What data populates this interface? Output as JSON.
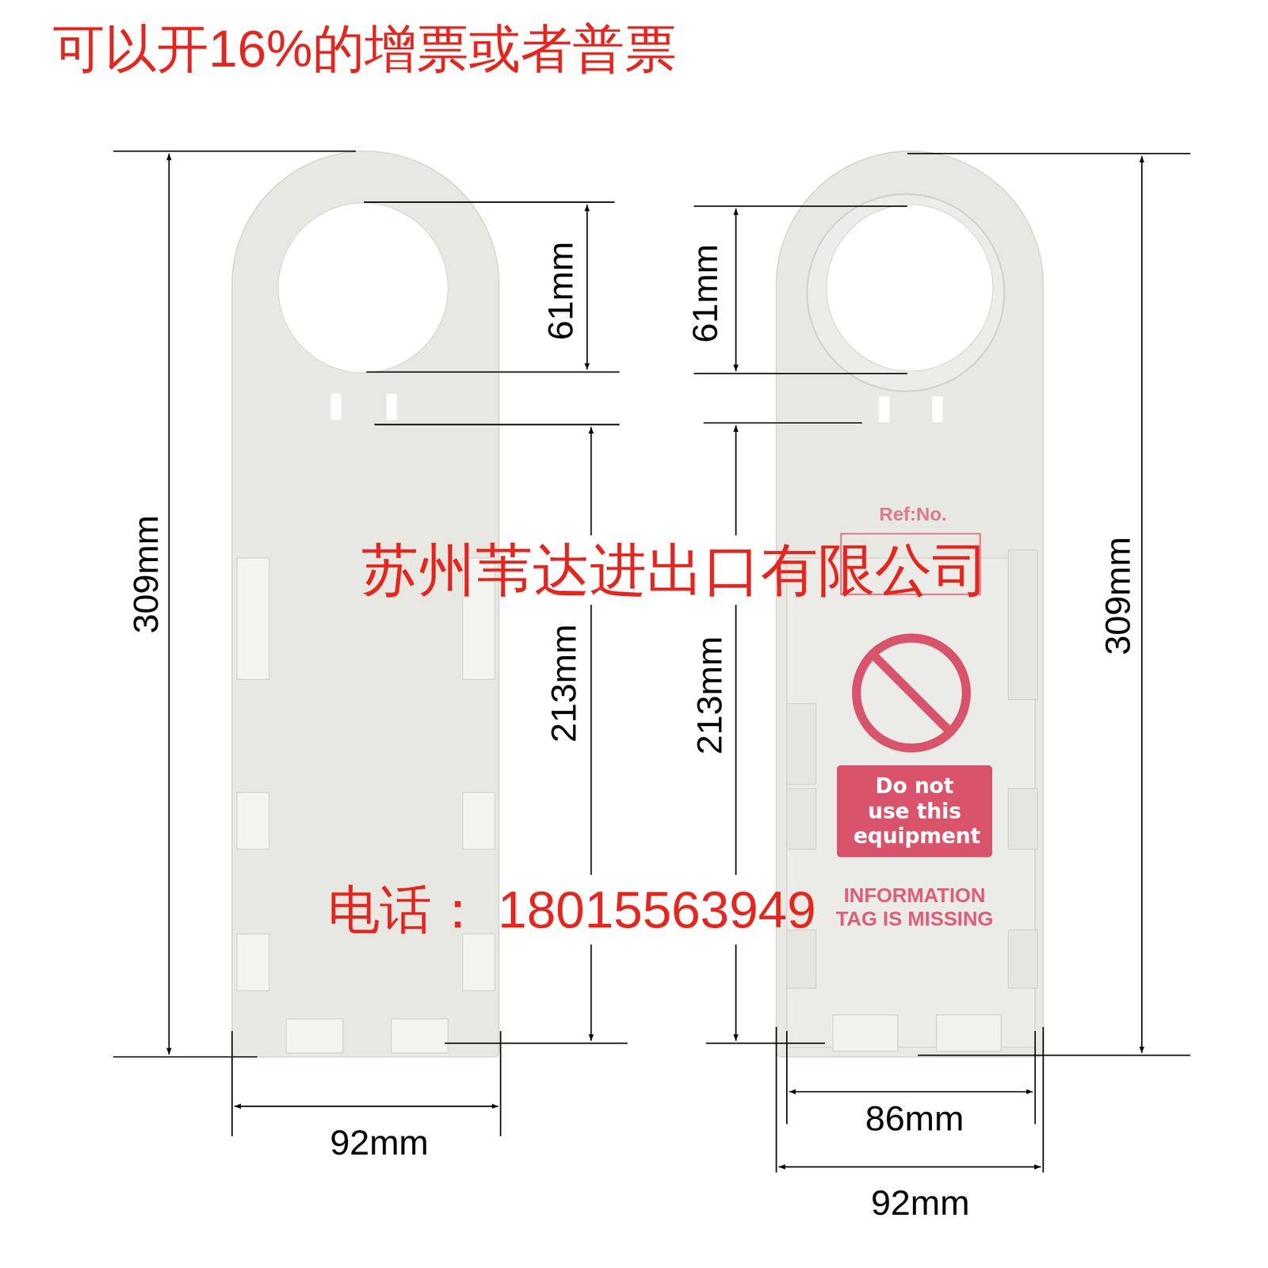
{
  "diagram": {
    "title": "可以开16%的增票或者普票",
    "nodes": [
      {
        "text": [
          "Do not use this equipment"
        ]
      }
    ],
    "labels": [
      "309mm",
      "61mm",
      "213mm",
      "92mm",
      "61mm",
      "213mm",
      "309mm",
      "86mm",
      "92mm",
      "Ref:No.",
      "INFORMATION TAG IS MISSING",
      "苏州苇达进出口有限公司",
      "电话： 18015563949"
    ]
  }
}
